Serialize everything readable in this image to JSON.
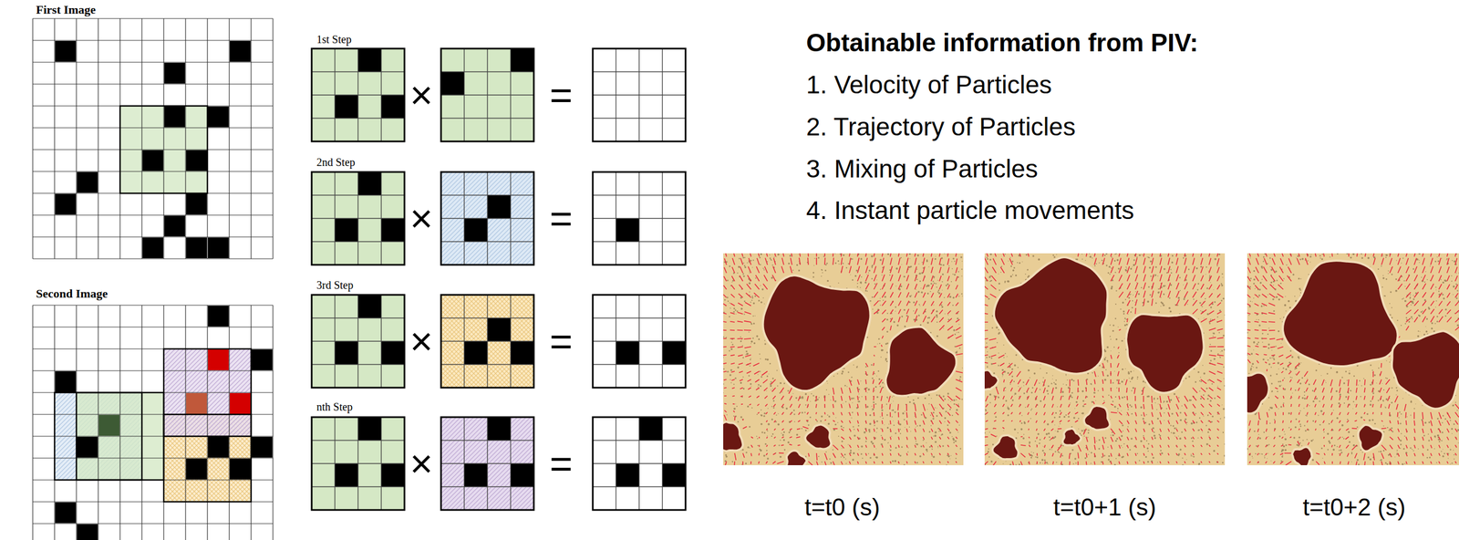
{
  "diagram": {
    "labels": [
      "First Image",
      "1st Step",
      "×",
      "=",
      "2nd Step",
      "×",
      "=",
      "3rd Step",
      "×",
      "=",
      "nth Step",
      "×",
      "=",
      "Second Image",
      "Obtainable information from PIV:",
      "1. Velocity of Particles",
      "2. Trajectory of Particles",
      "3. Mixing of Particles",
      "4. Instant particle movements",
      "t=t0 (s)",
      "t=t0+1 (s)",
      "t=t0+2 (s)"
    ]
  }
}
